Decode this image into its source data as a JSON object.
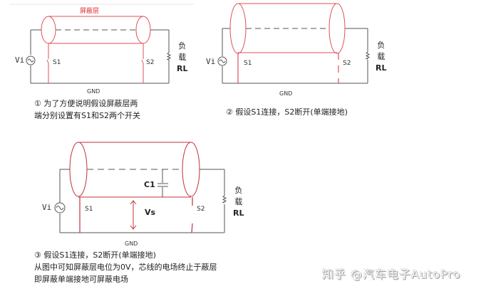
{
  "colors": {
    "wire": "#555555",
    "shield": "#e0505a",
    "text": "#222222"
  },
  "panel1": {
    "shield_title": "屏蔽层",
    "source_label": "Vi",
    "switch1_label": "S1",
    "switch2_label": "S2",
    "load_line1": "负",
    "load_line2": "载",
    "load_line3": "RL",
    "gnd_label": "GND",
    "caption_line1": "① 为了方便说明假设屏蔽层两",
    "caption_line2": "端分别设置有S1和S2两个开关"
  },
  "panel2": {
    "source_label": "Vi",
    "switch1_label": "S1",
    "switch2_label": "S2",
    "load_line1": "负",
    "load_line2": "载",
    "load_line3": "RL",
    "gnd_label": "GND",
    "caption": "② 假设S1连接，S2断开(单端接地)"
  },
  "panel3": {
    "source_label": "Vi",
    "switch1_label": "S1",
    "switch2_label": "S2",
    "capacitor_label": "C1",
    "voltage_label": "Vs",
    "load_line1": "负",
    "load_line2": "载",
    "load_line3": "RL",
    "gnd_label": "GND",
    "caption_line1": "③ 假设S1连接，S2断开(单端接地)",
    "caption_line2": "从图中可知屏蔽层电位为0V，芯线的电场终止于蔽层",
    "caption_line3": "即屏蔽单端接地可屏蔽电场"
  },
  "watermark": "知乎 @汽车电子AutoPro"
}
